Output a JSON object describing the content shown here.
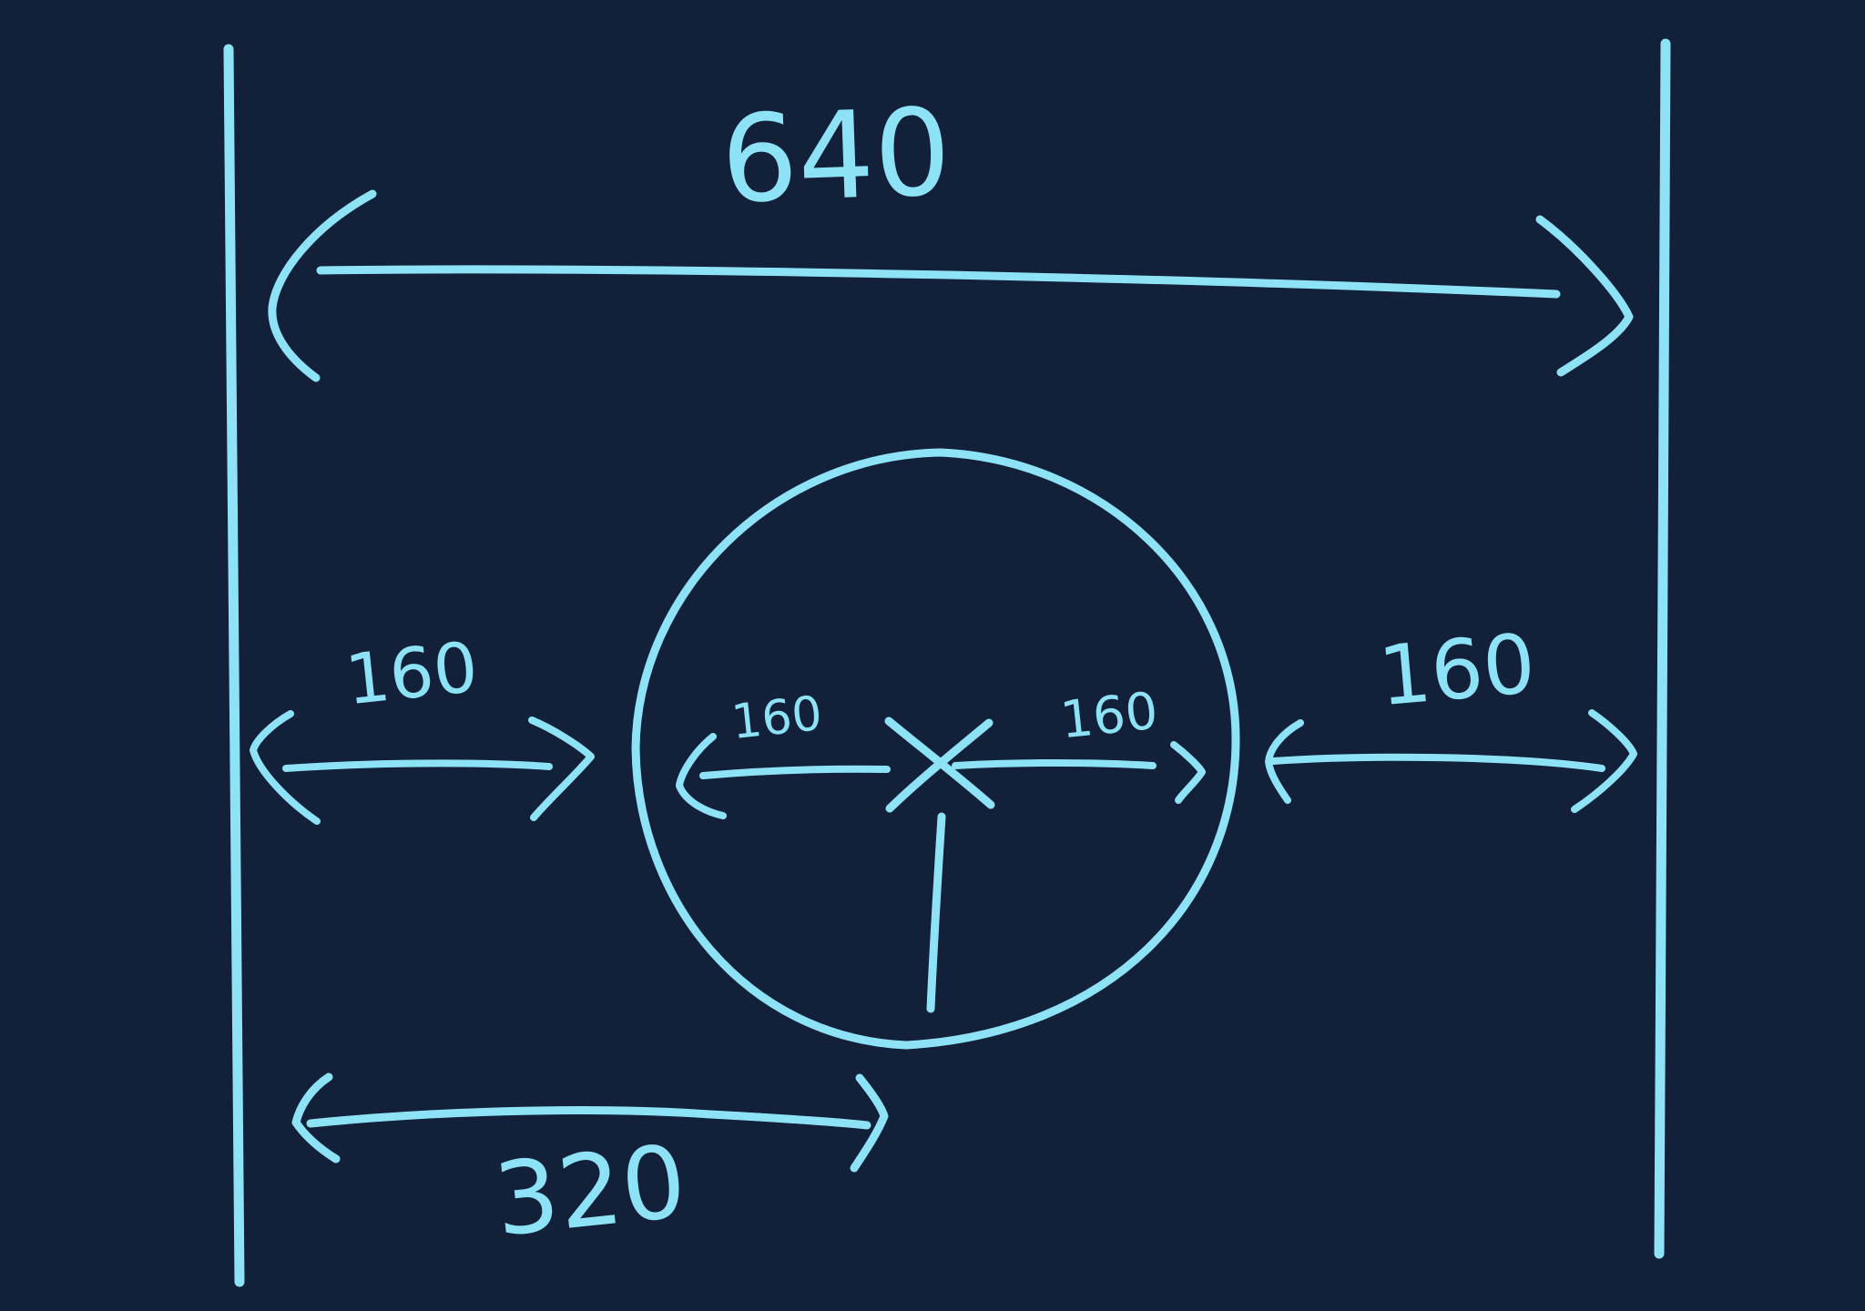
{
  "colors": {
    "background": "#122039",
    "ink": "#8DE2F6"
  },
  "labels": {
    "total_width": "640",
    "left_gap": "160",
    "radius_left": "160",
    "radius_right": "160",
    "right_gap": "160",
    "half_width": "320"
  }
}
